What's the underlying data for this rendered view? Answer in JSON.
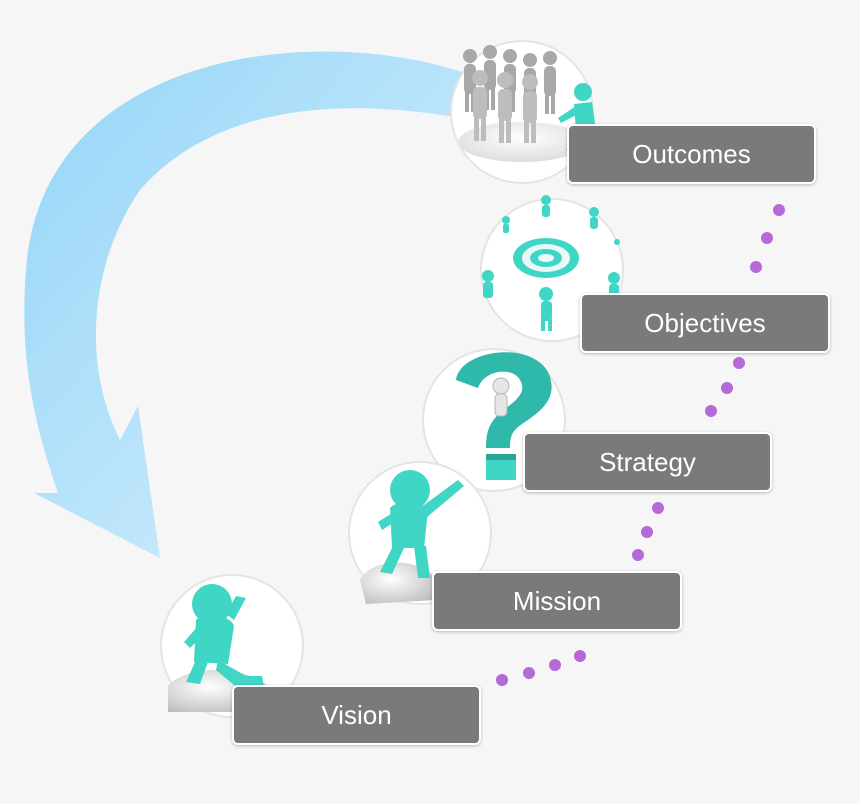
{
  "steps": {
    "outcomes": {
      "label": "Outcomes"
    },
    "objectives": {
      "label": "Objectives"
    },
    "strategy": {
      "label": "Strategy"
    },
    "mission": {
      "label": "Mission"
    },
    "vision": {
      "label": "Vision"
    }
  },
  "colors": {
    "background": "#f6f6f6",
    "label_fill": "#7a7a7a",
    "label_text": "#ffffff",
    "figure_teal": "#3fd6c6",
    "dot_purple": "#b56ad8",
    "arrow_blue": "#8fd3f8",
    "arrow_blue_light": "#d9f1fd"
  },
  "icons": {
    "vision": "figure-shading-eyes-on-rock-icon",
    "mission": "figure-pointing-on-rock-icon",
    "strategy": "question-mark-figure-icon",
    "objectives": "target-with-runners-icon",
    "outcomes": "crowd-with-leader-icon"
  }
}
